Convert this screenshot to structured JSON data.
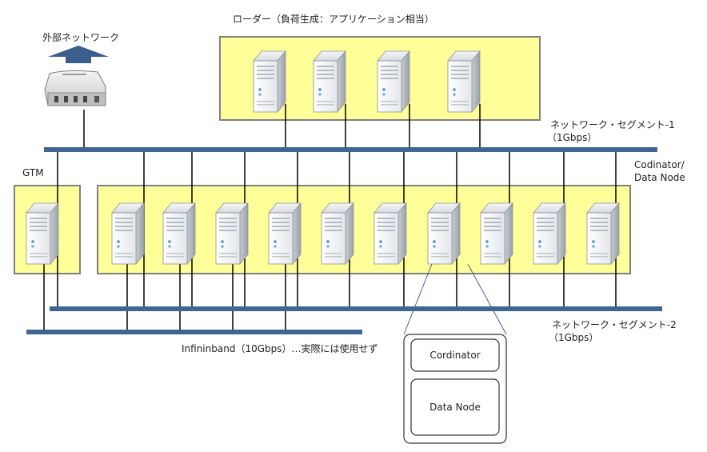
{
  "labels": {
    "loader": "ローダー（負荷生成：アプリケーション相当）",
    "external_network": "外部ネットワーク",
    "gtm": "GTM",
    "coord_dn_line1": "Codinator/",
    "coord_dn_line2": "Data Node",
    "segment1_line1": "ネットワーク・セグメント-1",
    "segment1_line2": "（1Gbps）",
    "segment2_line1": "ネットワーク・セグメント-2",
    "segment2_line2": "（1Gbps）",
    "infiniband": "Infininband（10Gbps）…実際には使用せず"
  },
  "detail": {
    "coordinator": "Cordinator",
    "data_node": "Data Node"
  },
  "colors": {
    "zone_fill": "#ffff99",
    "zone_border": "#808080",
    "bus": "#3f6591",
    "arrow": "#3b5f8c",
    "link": "#000000"
  },
  "icons": {
    "server": "server-icon",
    "router": "router-icon",
    "uplink": "arrow-up-icon"
  }
}
